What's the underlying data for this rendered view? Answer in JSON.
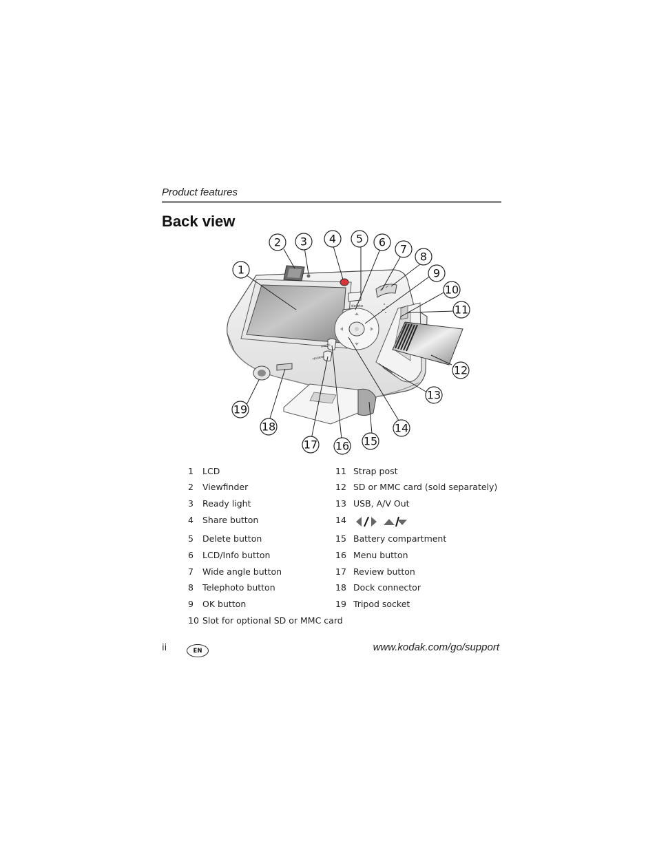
{
  "header": {
    "running_head": "Product features"
  },
  "section": {
    "title": "Back view"
  },
  "figure": {
    "callouts": [
      "1",
      "2",
      "3",
      "4",
      "5",
      "6",
      "7",
      "8",
      "9",
      "10",
      "11",
      "12",
      "13",
      "14",
      "15",
      "16",
      "17",
      "18",
      "19"
    ],
    "camera_labels": {
      "delete": "delete",
      "menu": "menu",
      "review": "review"
    }
  },
  "legend": {
    "left": [
      {
        "num": "1",
        "label": "LCD"
      },
      {
        "num": "2",
        "label": "Viewfinder"
      },
      {
        "num": "3",
        "label": "Ready light"
      },
      {
        "num": "4",
        "label": "Share button"
      },
      {
        "num": "5",
        "label": "Delete button"
      },
      {
        "num": "6",
        "label": "LCD/Info button"
      },
      {
        "num": "7",
        "label": "Wide angle button"
      },
      {
        "num": "8",
        "label": "Telephoto button"
      },
      {
        "num": "9",
        "label": "OK button"
      },
      {
        "num": "10",
        "label": "Slot for optional SD or MMC card"
      }
    ],
    "right": [
      {
        "num": "11",
        "label": "Strap post"
      },
      {
        "num": "12",
        "label": "SD or MMC card (sold separately)"
      },
      {
        "num": "13",
        "label": "USB, A/V Out"
      },
      {
        "num": "14",
        "label": "",
        "icon": "left-right-up-down-arrows-icon"
      },
      {
        "num": "15",
        "label": "Battery compartment"
      },
      {
        "num": "16",
        "label": "Menu button"
      },
      {
        "num": "17",
        "label": "Review button"
      },
      {
        "num": "18",
        "label": "Dock connector"
      },
      {
        "num": "19",
        "label": "Tripod socket"
      }
    ]
  },
  "footer": {
    "page_number": "ii",
    "language_badge": "EN",
    "url": "www.kodak.com/go/support"
  }
}
